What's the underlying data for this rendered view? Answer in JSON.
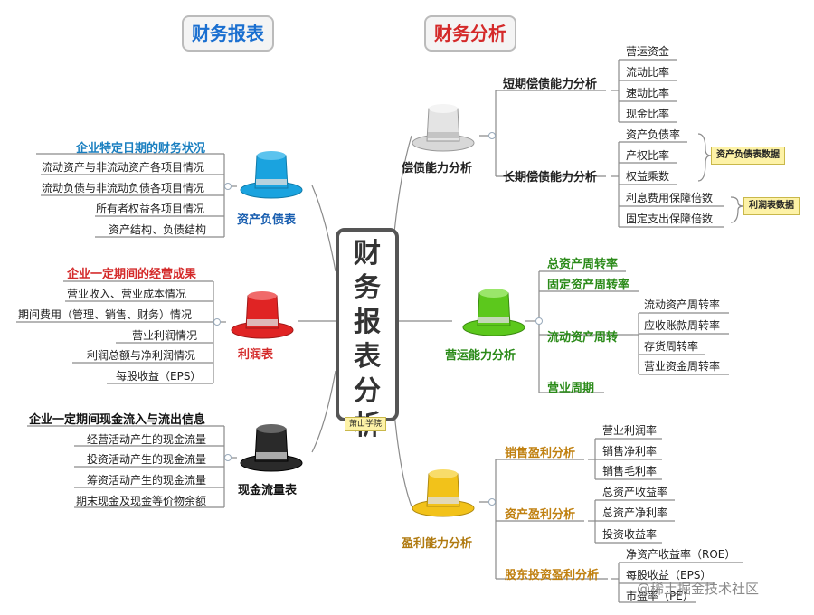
{
  "headers": {
    "left": "财务报表",
    "right": "财务分析",
    "left_color": "#1a6fd0",
    "right_color": "#d42a2a"
  },
  "center": {
    "chars": [
      "财",
      "务",
      "报",
      "表",
      "分",
      "析"
    ],
    "source_tag": "萧山学院"
  },
  "left": {
    "balance": {
      "hat_color": "#1aa3df",
      "label": "资产负债表",
      "label_color": "#1a5fb0",
      "title": "企业特定日期的财务状况",
      "title_color": "#1a7fc0",
      "items": [
        "流动资产与非流动资产各项目情况",
        "流动负债与非流动负债各项目情况",
        "所有者权益各项目情况",
        "资产结构、负债结构"
      ]
    },
    "income": {
      "hat_color": "#e02424",
      "label": "利润表",
      "label_color": "#d42a2a",
      "title": "企业一定期间的经营成果",
      "title_color": "#d42a2a",
      "items": [
        "营业收入、营业成本情况",
        "期间费用（管理、销售、财务）情况",
        "营业利润情况",
        "利润总额与净利润情况",
        "每股收益（EPS）"
      ]
    },
    "cashflow": {
      "hat_color": "#2a2a2a",
      "label": "现金流量表",
      "label_color": "#111111",
      "title": "企业一定期间现金流入与流出信息",
      "title_color": "#111111",
      "items": [
        "经营活动产生的现金流量",
        "投资活动产生的现金流量",
        "筹资活动产生的现金流量",
        "期末现金及现金等价物余额"
      ]
    }
  },
  "right": {
    "solvency": {
      "hat_color": "#d8d8d8",
      "label": "偿债能力分析",
      "short_term": {
        "title": "短期偿债能力分析",
        "items": [
          "营运资金",
          "流动比率",
          "速动比率",
          "现金比率"
        ]
      },
      "long_term": {
        "title": "长期偿债能力分析",
        "items": [
          "资产负债率",
          "产权比率",
          "权益乘数",
          "利息费用保障倍数",
          "固定支出保障倍数"
        ]
      },
      "tag_balance": "资产负债表数据",
      "tag_income": "利润表数据"
    },
    "operating": {
      "hat_color": "#5cc81c",
      "label": "营运能力分析",
      "label_color": "#2a8a18",
      "title_color": "#2a8a18",
      "total_asset": "总资产周转率",
      "fixed_asset": "固定资产周转率",
      "current_asset": {
        "title": "流动资产周转",
        "items": [
          "流动资产周转率",
          "应收账款周转率",
          "存货周转率",
          "营业资金周转率"
        ]
      },
      "cycle": "营业周期"
    },
    "profitability": {
      "hat_color": "#f2c21a",
      "label": "盈利能力分析",
      "label_color": "#b07a10",
      "title_color": "#c08010",
      "sales": {
        "title": "销售盈利分析",
        "items": [
          "营业利润率",
          "销售净利率",
          "销售毛利率"
        ]
      },
      "asset": {
        "title": "资产盈利分析",
        "items": [
          "总资产收益率",
          "总资产净利率",
          "投资收益率"
        ]
      },
      "shareholder": {
        "title": "股东投资盈利分析",
        "items": [
          "净资产收益率（ROE）",
          "每股收益（EPS）",
          "市盈率（PE）"
        ]
      }
    }
  },
  "watermark": "@稀土掘金技术社区"
}
